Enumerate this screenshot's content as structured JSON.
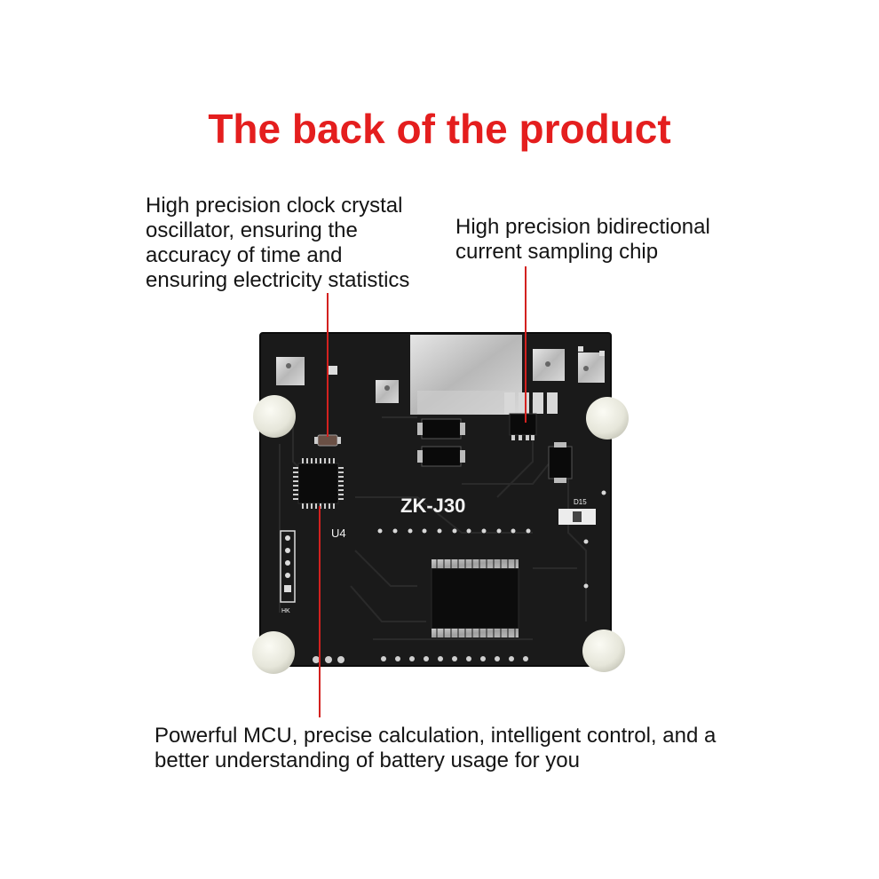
{
  "title": "The back of the product",
  "annotations": {
    "crystal": {
      "lines": [
        "High precision clock crystal",
        "oscillator, ensuring the",
        "accuracy of time and",
        "ensuring electricity statistics"
      ]
    },
    "current_chip": {
      "lines": [
        "High precision bidirectional",
        "current sampling chip"
      ]
    },
    "mcu": {
      "lines": [
        "Powerful MCU, precise calculation, intelligent control, and a",
        "better understanding of battery usage for you"
      ]
    }
  },
  "board": {
    "model_label": "ZK-J30",
    "chip_ref": "U4",
    "led_ref": "D15",
    "header_label": "HK"
  },
  "colors": {
    "title": "#e41e1e",
    "leader_line": "#d3211f",
    "pcb": "#1a1a1a",
    "text": "#141414"
  }
}
